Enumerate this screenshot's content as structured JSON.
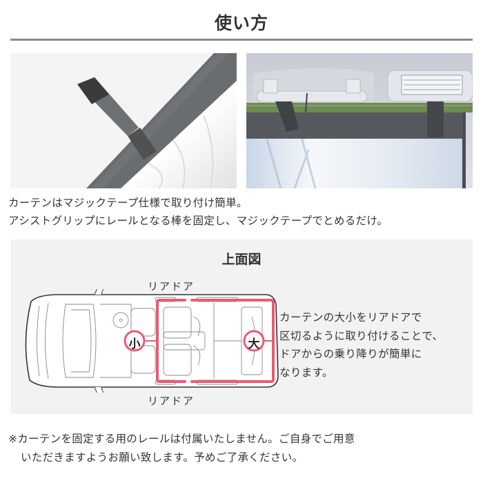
{
  "header": {
    "title": "使い方"
  },
  "photos": {
    "left": {
      "icon": "curtain-velcro-tab-photo",
      "alt": "カーテン上部のマジックテープ"
    },
    "right": {
      "icon": "curtain-on-rail-photo",
      "alt": "アシストグリップに取り付けた棒とカーテン"
    }
  },
  "description": {
    "line1": "カーテンはマジックテープ仕様で取り付け簡単。",
    "line2": "アシストグリップにレールとなる棒を固定し、マジックテープでとめるだけ。"
  },
  "diagram": {
    "title": "上面図",
    "door_top_label": "リアドア",
    "door_bottom_label": "リアドア",
    "small_marker": "小",
    "large_marker": "大",
    "accent_color": "#ec5a72",
    "text_lines": [
      "カーテンの大小をリアドアで",
      "区切るように取り付けることで、",
      "ドアからの乗り降りが簡単に",
      "なります。"
    ]
  },
  "note": {
    "line1": "※カーテンを固定する用のレールは付属いたしません。ご自身でご用意",
    "line2": "いただきますようお願い致します。予めご了承ください。"
  }
}
